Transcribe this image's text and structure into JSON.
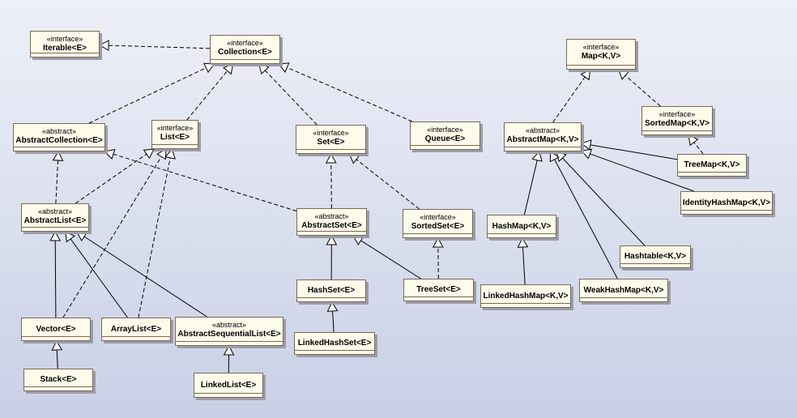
{
  "colors": {
    "box_fill": "#fdfbea",
    "box_border": "#7a6a55",
    "shadow": "#9c9ca8",
    "line": "#000000"
  },
  "nodes": [
    {
      "id": "iterable",
      "stereotype": "«interface»",
      "name": "Iterable<E>"
    },
    {
      "id": "collection",
      "stereotype": "«interface»",
      "name": "Collection<E>"
    },
    {
      "id": "abstractcollection",
      "stereotype": "«abstract»",
      "name": "AbstractCollection<E>"
    },
    {
      "id": "list",
      "stereotype": "«interface»",
      "name": "List<E>"
    },
    {
      "id": "set",
      "stereotype": "«interface»",
      "name": "Set<E>"
    },
    {
      "id": "queue",
      "stereotype": "«interface»",
      "name": "Queue<E>"
    },
    {
      "id": "abstractlist",
      "stereotype": "«abstract»",
      "name": "AbstractList<E>"
    },
    {
      "id": "abstractset",
      "stereotype": "«abstract»",
      "name": "AbstractSet<E>"
    },
    {
      "id": "sortedset",
      "stereotype": "«interface»",
      "name": "SortedSet<E>"
    },
    {
      "id": "hashset",
      "stereotype": "",
      "name": "HashSet<E>"
    },
    {
      "id": "treeset",
      "stereotype": "",
      "name": "TreeSet<E>"
    },
    {
      "id": "linkedhashset",
      "stereotype": "",
      "name": "LinkedHashSet<E>"
    },
    {
      "id": "vector",
      "stereotype": "",
      "name": "Vector<E>"
    },
    {
      "id": "arraylist",
      "stereotype": "",
      "name": "ArrayList<E>"
    },
    {
      "id": "abstractsequentiallist",
      "stereotype": "«abstract»",
      "name": "AbstractSequentialList<E>"
    },
    {
      "id": "stack",
      "stereotype": "",
      "name": "Stack<E>"
    },
    {
      "id": "linkedlist",
      "stereotype": "",
      "name": "LinkedList<E>"
    },
    {
      "id": "map",
      "stereotype": "«interface»",
      "name": "Map<K,V>"
    },
    {
      "id": "sortedmap",
      "stereotype": "«interface»",
      "name": "SortedMap<K,V>"
    },
    {
      "id": "abstractmap",
      "stereotype": "«abstract»",
      "name": "AbstractMap<K,V>"
    },
    {
      "id": "treemap",
      "stereotype": "",
      "name": "TreeMap<K,V>"
    },
    {
      "id": "identityhashmap",
      "stereotype": "",
      "name": "IdentityHashMap<K,V>"
    },
    {
      "id": "hashmap",
      "stereotype": "",
      "name": "HashMap<K,V>"
    },
    {
      "id": "hashtable",
      "stereotype": "",
      "name": "Hashtable<K,V>"
    },
    {
      "id": "linkedhashmap",
      "stereotype": "",
      "name": "LinkedHashMap<K,V>"
    },
    {
      "id": "weakhashmap",
      "stereotype": "",
      "name": "WeakHashMap<K,V>"
    }
  ],
  "edges": [
    {
      "from": "collection",
      "to": "iterable",
      "kind": "realization"
    },
    {
      "from": "abstractcollection",
      "to": "collection",
      "kind": "realization"
    },
    {
      "from": "list",
      "to": "collection",
      "kind": "realization"
    },
    {
      "from": "set",
      "to": "collection",
      "kind": "realization"
    },
    {
      "from": "queue",
      "to": "collection",
      "kind": "realization"
    },
    {
      "from": "abstractlist",
      "to": "abstractcollection",
      "kind": "realization"
    },
    {
      "from": "abstractlist",
      "to": "list",
      "kind": "realization"
    },
    {
      "from": "abstractset",
      "to": "abstractcollection",
      "kind": "realization"
    },
    {
      "from": "abstractset",
      "to": "set",
      "kind": "realization"
    },
    {
      "from": "sortedset",
      "to": "set",
      "kind": "realization"
    },
    {
      "from": "vector",
      "to": "list",
      "kind": "realization"
    },
    {
      "from": "arraylist",
      "to": "list",
      "kind": "realization"
    },
    {
      "from": "treeset",
      "to": "sortedset",
      "kind": "realization"
    },
    {
      "from": "vector",
      "to": "abstractlist",
      "kind": "generalization"
    },
    {
      "from": "arraylist",
      "to": "abstractlist",
      "kind": "generalization"
    },
    {
      "from": "abstractsequentiallist",
      "to": "abstractlist",
      "kind": "generalization"
    },
    {
      "from": "stack",
      "to": "vector",
      "kind": "generalization"
    },
    {
      "from": "linkedlist",
      "to": "abstractsequentiallist",
      "kind": "generalization"
    },
    {
      "from": "hashset",
      "to": "abstractset",
      "kind": "generalization"
    },
    {
      "from": "treeset",
      "to": "abstractset",
      "kind": "generalization"
    },
    {
      "from": "linkedhashset",
      "to": "hashset",
      "kind": "generalization"
    },
    {
      "from": "abstractmap",
      "to": "map",
      "kind": "realization"
    },
    {
      "from": "sortedmap",
      "to": "map",
      "kind": "realization"
    },
    {
      "from": "treemap",
      "to": "sortedmap",
      "kind": "realization"
    },
    {
      "from": "treemap",
      "to": "abstractmap",
      "kind": "generalization"
    },
    {
      "from": "identityhashmap",
      "to": "abstractmap",
      "kind": "generalization"
    },
    {
      "from": "hashmap",
      "to": "abstractmap",
      "kind": "generalization"
    },
    {
      "from": "hashtable",
      "to": "abstractmap",
      "kind": "generalization"
    },
    {
      "from": "weakhashmap",
      "to": "abstractmap",
      "kind": "generalization"
    },
    {
      "from": "linkedhashmap",
      "to": "hashmap",
      "kind": "generalization"
    }
  ]
}
